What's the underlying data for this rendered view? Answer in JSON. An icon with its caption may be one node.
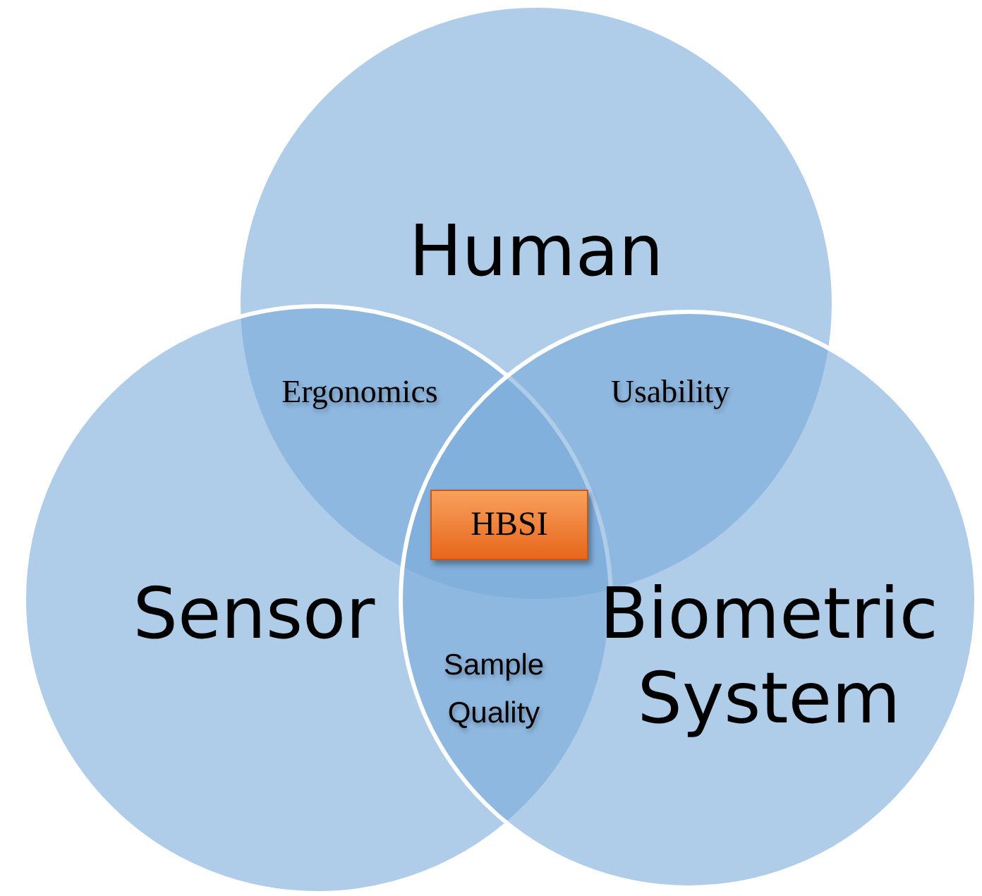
{
  "diagram": {
    "nodes": [
      {
        "text": [
          "Human"
        ]
      },
      {
        "text": [
          "Sensor"
        ]
      },
      {
        "text": [
          "Biometric System"
        ]
      },
      {
        "text": [
          "HBSI"
        ]
      }
    ],
    "labels": [
      "Ergonomics",
      "Usability",
      "Sample Quality"
    ]
  }
}
